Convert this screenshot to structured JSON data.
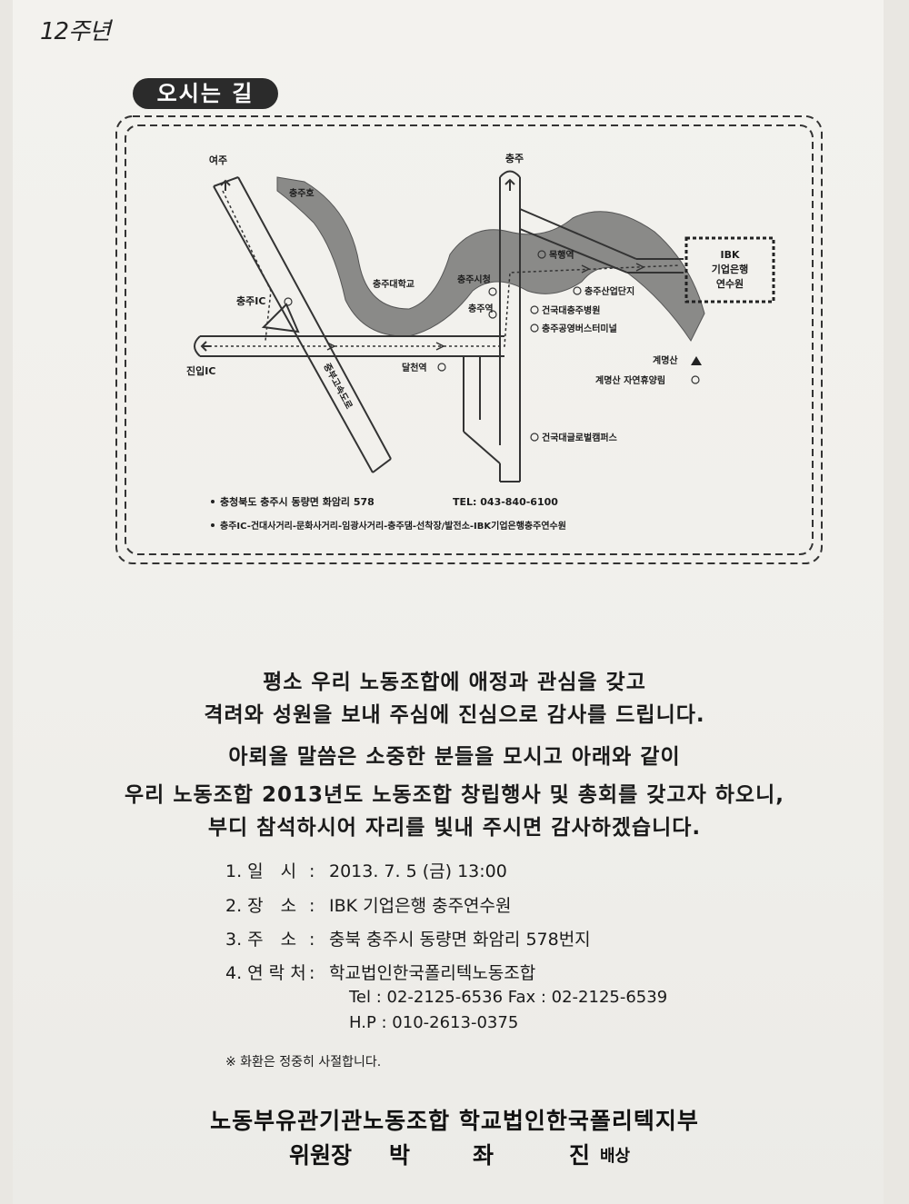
{
  "handwritten_note": "12주년",
  "directions_title": "오시는 길",
  "map": {
    "labels": {
      "yeoju": "여주",
      "chungju_top": "충주",
      "chungju_lake": "충주호",
      "chungju_ic": "충주IC",
      "jinip_ic": "진입IC",
      "chungju_univ": "충주대학교",
      "city_hall": "충주시청",
      "chungju_station": "충주역",
      "mokhaeng_station": "목행역",
      "dalcheon_station": "달천역",
      "industrial_complex": "충주산업단지",
      "konkuk_hospital": "건국대충주병원",
      "bus_terminal": "충주공영버스터미널",
      "gyemyeongsan": "계명산",
      "gyemyeongsan_forest": "계명산 자연휴양림",
      "konkuk_campus": "건국대글로벌캠퍼스",
      "expressway": "중부고속도로",
      "ibk_1": "IBK",
      "ibk_2": "기업은행",
      "ibk_3": "연수원"
    },
    "address_line": "충청북도 충주시 동량면 화암리 578",
    "tel_line": "TEL: 043-840-6100",
    "route_line": "충주IC-건대사거리-문화사거리-임광사거리-충주댐-선착장/발전소-IBK기업은행충주연수원"
  },
  "message": {
    "line1": "평소 우리 노동조합에 애정과 관심을 갖고",
    "line2": "격려와 성원을 보내 주심에 진심으로 감사를 드립니다.",
    "line3": "아뢰올 말씀은 소중한 분들을 모시고 아래와 같이",
    "line4": "우리 노동조합 2013년도 노동조합 창립행사 및 총회를 갖고자 하오니,",
    "line5": "부디 참석하시어 자리를 빛내 주시면 감사하겠습니다."
  },
  "details": [
    {
      "label": "1. 일　시",
      "value": "2013. 7. 5 (금)  13:00"
    },
    {
      "label": "2. 장　소",
      "value": "IBK 기업은행 충주연수원"
    },
    {
      "label": "3. 주　소",
      "value": "충북 충주시 동량면 화암리 578번지"
    },
    {
      "label": "4. 연 락 처",
      "value": "학교법인한국폴리텍노동조합"
    }
  ],
  "contact": {
    "tel_fax": "Tel : 02-2125-6536   Fax : 02-2125-6539",
    "hp": "H.P : 010-2613-0375"
  },
  "note": "※ 화환은 정중히 사절합니다.",
  "organization": "노동부유관기관노동조합  학교법인한국폴리텍지부",
  "signature": {
    "title": "위원장",
    "name1": "박",
    "name2": "좌",
    "name3": "진",
    "closing": "배상"
  }
}
